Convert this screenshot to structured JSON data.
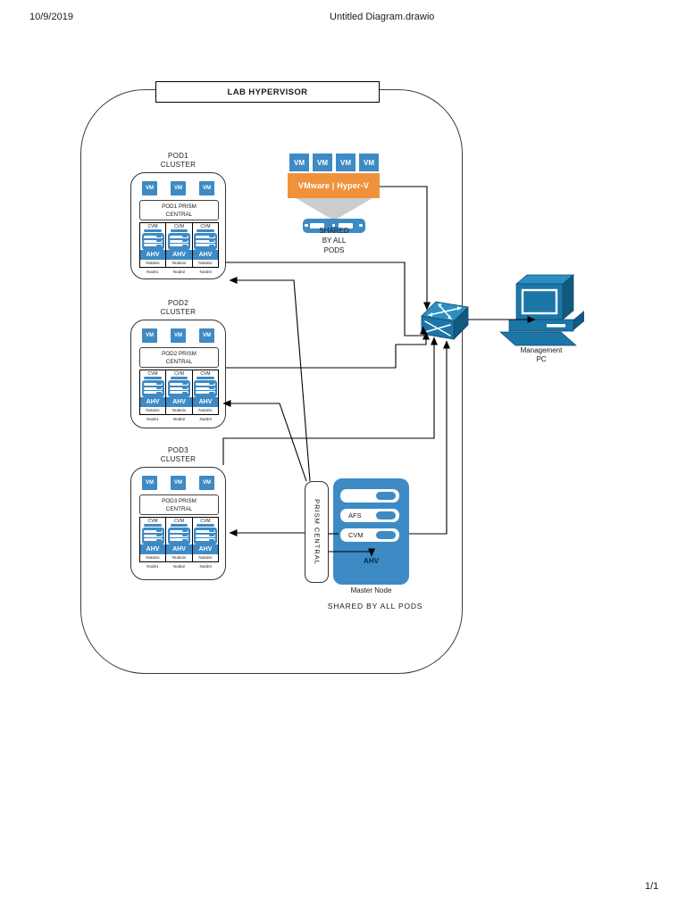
{
  "page": {
    "date": "10/9/2019",
    "title": "Untitled Diagram.drawio",
    "page_indicator": "1/1"
  },
  "colors": {
    "blue": "#3d8ac5",
    "orange": "#f0923b",
    "switch_blue": "#1c76a8",
    "switch_dark": "#12597f",
    "switch_light": "#2d8ec2",
    "funnel_gray": "#cccccc",
    "line": "#000000"
  },
  "diagram": {
    "lab_hypervisor": "LAB HYPERVISOR",
    "vm_label": "VM",
    "hypervisor_platform": "VMware | Hyper-V",
    "storage_caption_lines": [
      "SHARED",
      "BY ALL",
      "PODS"
    ],
    "pods": [
      {
        "title_line1": "POD1",
        "title_line2": "CLUSTER",
        "prism_line1": "POD1 PRISM",
        "prism_line2": "CENTRAL",
        "nodes": [
          {
            "cvm": "CVM",
            "ahv": "AHV",
            "vendor": "Nutanix",
            "name": "Node1"
          },
          {
            "cvm": "CVM",
            "ahv": "AHV",
            "vendor": "Nutanix",
            "name": "Node2"
          },
          {
            "cvm": "CVM",
            "ahv": "AHV",
            "vendor": "Nutanix",
            "name": "Node3"
          }
        ]
      },
      {
        "title_line1": "POD2",
        "title_line2": "CLUSTER",
        "prism_line1": "POD2 PRISM",
        "prism_line2": "CENTRAL",
        "nodes": [
          {
            "cvm": "CVM",
            "ahv": "AHV",
            "vendor": "Nutanix",
            "name": "Node1"
          },
          {
            "cvm": "CVM",
            "ahv": "AHV",
            "vendor": "Nutanix",
            "name": "Node2"
          },
          {
            "cvm": "CVM",
            "ahv": "AHV",
            "vendor": "Nutanix",
            "name": "Node3"
          }
        ]
      },
      {
        "title_line1": "POD3",
        "title_line2": "CLUSTER",
        "prism_line1": "POD3 PRISM",
        "prism_line2": "CENTRAL",
        "nodes": [
          {
            "cvm": "CVM",
            "ahv": "AHV",
            "vendor": "Nutanix",
            "name": "Node1"
          },
          {
            "cvm": "CVM",
            "ahv": "AHV",
            "vendor": "Nutanix",
            "name": "Node2"
          },
          {
            "cvm": "CVM",
            "ahv": "AHV",
            "vendor": "Nutanix",
            "name": "Node3"
          }
        ]
      }
    ],
    "prism_central_vertical": "PRISM CENTRAL",
    "master_node": {
      "slot1": "",
      "slot2": "AFS",
      "slot3": "CVM",
      "ahv": "AHV",
      "caption": "Master Node"
    },
    "shared_by_all_pods": "SHARED BY ALL PODS",
    "management_pc_line1": "Management",
    "management_pc_line2": "PC"
  }
}
